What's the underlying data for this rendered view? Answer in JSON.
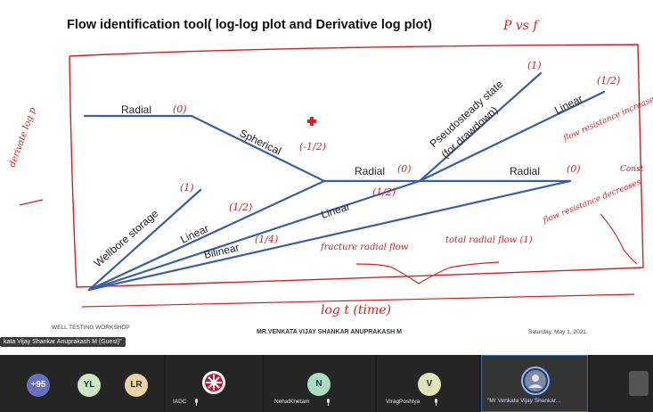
{
  "slide": {
    "title": "Flow identification tool( log-log plot and Derivative log plot)",
    "labels": {
      "radial_left": "Radial",
      "spherical": "Spherical",
      "radial_mid": "Radial",
      "radial_right": "Radial",
      "pseudosteady_1": "Pseudosteady state",
      "pseudosteady_2": "(for drawdown)",
      "linear_top": "Linear",
      "wellbore": "Wellbore storage",
      "linear_low": "Linear",
      "linear_mid": "Linear",
      "bilinear": "Bilinear"
    },
    "footer_left": "WELL TESTING WORKSHOP",
    "footer_center": "MR.VENKATA VIJAY SHANKAR ANUPRAKASH M",
    "footer_right": "Saturday, May 1, 2021"
  },
  "annotations": {
    "pvsf": "P vs f",
    "radial_left_slope": "(0)",
    "spherical_slope": "(-1/2)",
    "radial_mid_slope": "(0)",
    "pss_slope": "(1)",
    "linear_top_slope": "(1/2)",
    "flow_resistance_inc": "flow resistance increases",
    "radial_right_slope": "(0)",
    "const_note": "Const",
    "flow_resistance_dec": "flow resistance decreases",
    "derivative": "derivate log p",
    "wellbore_slope": "(1)",
    "linear_low_slope": "(1/2)",
    "linear_mid_slope": "(1/2)",
    "bilinear_slope": "(1/4)",
    "fracture_radial": "fracture radial flow",
    "total_radial": "total radial flow (1)",
    "log_time": "log t (time)"
  },
  "presenter_label": "kata Vijay Shankar Anuprakash M (Guest)\"",
  "gallery": {
    "tiles": [
      {
        "avatar": "+95",
        "color": "#6a6fbd"
      },
      {
        "avatar": "YL",
        "color": "#cfe6c4"
      },
      {
        "avatar": "LR",
        "color": "#e8d3a6"
      },
      {
        "name": "IADC",
        "avatar_icon": "iadc-logo"
      },
      {
        "name": "NehalKhetam",
        "avatar": "N",
        "color": "#a9dcc0"
      },
      {
        "name": "ViragPoshiya",
        "avatar": "V",
        "color": "#dfe3b8"
      },
      {
        "name": "\"Mr Venkata Vijay Shankar...",
        "avatar_icon": "user-avatar"
      }
    ]
  },
  "colors": {
    "diagram_line": "#3a5fa6",
    "annotation": "#d52020",
    "gallery_bg": "#1b1b1b",
    "active_border": "#3f6fb5"
  }
}
